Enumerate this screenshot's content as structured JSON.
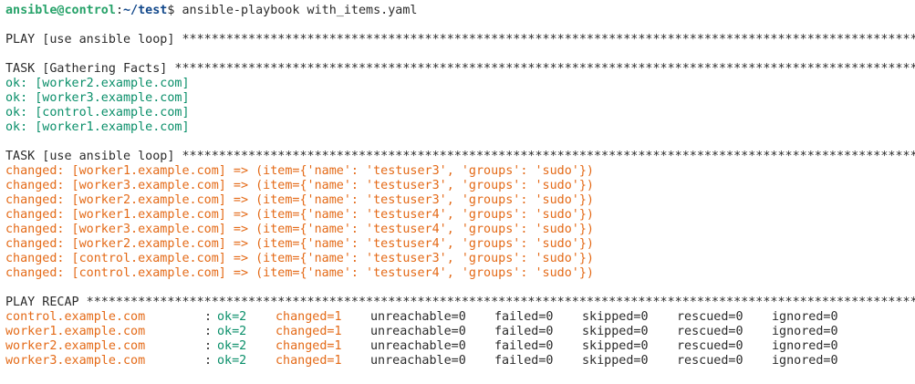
{
  "prompt": {
    "user_host": "ansible@control",
    "separator": ":",
    "path": "~/test",
    "symbol": "$",
    "command": " ansible-playbook with_items.yaml"
  },
  "play_header": "PLAY [use ansible loop] *******************************************************************************************************************",
  "gather_header": "TASK [Gathering Facts] ********************************************************************************************************************",
  "gather_results": [
    "ok: [worker2.example.com]",
    "ok: [worker3.example.com]",
    "ok: [control.example.com]",
    "ok: [worker1.example.com]"
  ],
  "loop_header": "TASK [use ansible loop] *******************************************************************************************************************",
  "loop_results": [
    "changed: [worker1.example.com] => (item={'name': 'testuser3', 'groups': 'sudo'})",
    "changed: [worker3.example.com] => (item={'name': 'testuser3', 'groups': 'sudo'})",
    "changed: [worker2.example.com] => (item={'name': 'testuser3', 'groups': 'sudo'})",
    "changed: [worker1.example.com] => (item={'name': 'testuser4', 'groups': 'sudo'})",
    "changed: [worker3.example.com] => (item={'name': 'testuser4', 'groups': 'sudo'})",
    "changed: [worker2.example.com] => (item={'name': 'testuser4', 'groups': 'sudo'})",
    "changed: [control.example.com] => (item={'name': 'testuser3', 'groups': 'sudo'})",
    "changed: [control.example.com] => (item={'name': 'testuser4', 'groups': 'sudo'})"
  ],
  "recap_header": "PLAY RECAP ********************************************************************************************************************************",
  "recap": [
    {
      "host": "control.example.com",
      "colon": ":",
      "ok": "ok=2",
      "changed": "changed=1",
      "unreachable": "unreachable=0",
      "failed": "failed=0",
      "skipped": "skipped=0",
      "rescued": "rescued=0",
      "ignored": "ignored=0"
    },
    {
      "host": "worker1.example.com",
      "colon": ":",
      "ok": "ok=2",
      "changed": "changed=1",
      "unreachable": "unreachable=0",
      "failed": "failed=0",
      "skipped": "skipped=0",
      "rescued": "rescued=0",
      "ignored": "ignored=0"
    },
    {
      "host": "worker2.example.com",
      "colon": ":",
      "ok": "ok=2",
      "changed": "changed=1",
      "unreachable": "unreachable=0",
      "failed": "failed=0",
      "skipped": "skipped=0",
      "rescued": "rescued=0",
      "ignored": "ignored=0"
    },
    {
      "host": "worker3.example.com",
      "colon": ":",
      "ok": "ok=2",
      "changed": "changed=1",
      "unreachable": "unreachable=0",
      "failed": "failed=0",
      "skipped": "skipped=0",
      "rescued": "rescued=0",
      "ignored": "ignored=0"
    }
  ],
  "colors": {
    "ok": "#0a8f6a",
    "changed": "#e46a17",
    "prompt_user": "#26a269",
    "prompt_path": "#12488b",
    "text": "#2b2b2b",
    "background": "#ffffff"
  }
}
